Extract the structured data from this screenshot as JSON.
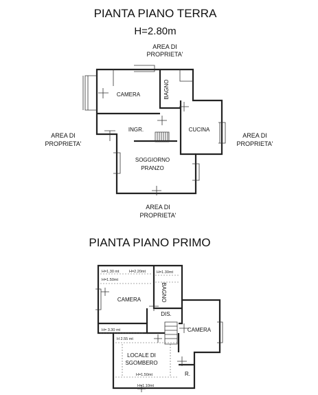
{
  "ground_floor": {
    "title": "PIANTA PIANO TERRA",
    "height": "H=2.80m",
    "area_top_1": "AREA DI",
    "area_top_2": "PROPRIETA'",
    "area_left_1": "AREA DI",
    "area_left_2": "PROPRIETA'",
    "area_right_1": "AREA DI",
    "area_right_2": "PROPRIETA'",
    "area_bottom_1": "AREA DI",
    "area_bottom_2": "PROPRIETA'",
    "rooms": {
      "camera": "CAMERA",
      "bagno": "BAGNO",
      "ingr": "INGR.",
      "cucina": "CUCINA",
      "soggiorno": "SOGGIORNO",
      "pranzo": "PRANZO"
    }
  },
  "first_floor": {
    "title": "PIANTA PIANO PRIMO",
    "rooms": {
      "camera_1": "CAMERA",
      "bagno": "BAGNO",
      "dis": "DIS.",
      "camera_2": "CAMERA",
      "locale_1": "LOCALE DI",
      "locale_2": "SGOMBERO",
      "r": "R."
    },
    "heights": {
      "h1": "H=1.30 mt",
      "h2": "H=2.20mt",
      "h3": "H=1.30mt",
      "h4": "H=1.50mt",
      "h5": "H= 3.30 mt",
      "h6": "H 2.55 mt",
      "h7": "H=1.50mt",
      "h8": "H=1.10mt"
    }
  }
}
